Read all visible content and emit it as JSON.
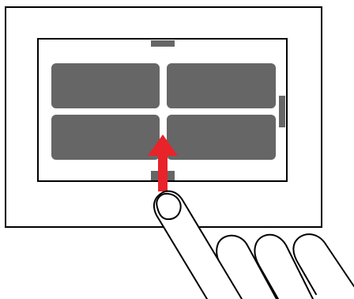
{
  "illustration": {
    "subject": "swipe-up-gesture",
    "device": "tablet",
    "tiles": [
      {
        "name": "tile-top-left"
      },
      {
        "name": "tile-top-right"
      },
      {
        "name": "tile-bottom-left"
      },
      {
        "name": "tile-bottom-right"
      }
    ],
    "handles": [
      "top-handle",
      "right-handle",
      "bottom-handle"
    ],
    "gesture": {
      "direction": "up",
      "icon": "arrow-up-icon"
    }
  },
  "colors": {
    "outline": "#000000",
    "background": "#ffffff",
    "tile": "#666666",
    "handle": "#666666",
    "arrow": "#e8232a"
  }
}
